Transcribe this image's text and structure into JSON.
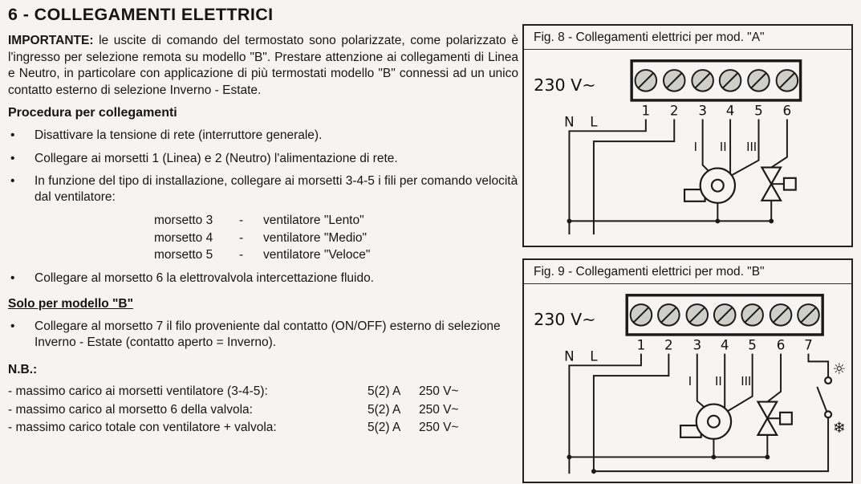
{
  "page": {
    "title": "6 - COLLEGAMENTI ELETTRICI",
    "background": "#f5f4f2",
    "ink": "#1a1a1a"
  },
  "ui": {
    "bullet": "•"
  },
  "intro": {
    "label": "IMPORTANTE:",
    "text": " le uscite di comando del termostato sono polarizzate, come polarizzato è l'ingresso per selezione remota su modello \"B\". Prestare attenzione ai collegamenti di Linea e Neutro, in particolare con applicazione di più termostati modello \"B\" connessi ad un unico contatto esterno di selezione Inverno - Estate."
  },
  "procedure": {
    "heading": "Procedura per collegamenti",
    "items": [
      {
        "text": "Disattivare la tensione di rete (interruttore generale)."
      },
      {
        "text": "Collegare ai morsetti 1 (Linea) e 2 (Neutro) l'alimentazione di rete."
      },
      {
        "text": "In funzione del tipo di installazione, collegare ai morsetti 3-4-5 i fili per comando velocità dal ventilatore:",
        "sub": [
          {
            "terminal": "morsetto 3",
            "dash": "-",
            "label": "ventilatore \"Lento\""
          },
          {
            "terminal": "morsetto 4",
            "dash": "-",
            "label": "ventilatore \"Medio\""
          },
          {
            "terminal": "morsetto 5",
            "dash": "-",
            "label": "ventilatore \"Veloce\""
          }
        ]
      },
      {
        "text": "Collegare al morsetto 6 la elettrovalvola intercettazione fluido."
      }
    ]
  },
  "model_b": {
    "heading": "Solo per modello \"B\"",
    "bullet": "Collegare al morsetto 7 il filo proveniente dal contatto (ON/OFF) esterno di selezione Inverno - Estate (contatto aperto = Inverno)."
  },
  "nb": {
    "heading": "N.B.:",
    "rows": [
      {
        "label": "- massimo carico ai morsetti ventilatore (3-4-5):",
        "current": "5(2) A",
        "voltage": "250 V~"
      },
      {
        "label": "- massimo carico al morsetto 6 della valvola:",
        "current": "5(2) A",
        "voltage": "250 V~"
      },
      {
        "label": "- massimo carico totale con ventilatore + valvola:",
        "current": "5(2) A",
        "voltage": "250 V~"
      }
    ]
  },
  "fig8": {
    "title": "Fig. 8 - Collegamenti elettrici per mod. \"A\"",
    "voltage": "230 V~",
    "neutral": "N",
    "line": "L",
    "terminals": [
      "1",
      "2",
      "3",
      "4",
      "5",
      "6"
    ],
    "speeds": [
      "I",
      "II",
      "III"
    ]
  },
  "fig9": {
    "title": "Fig. 9 - Collegamenti elettrici per mod. \"B\"",
    "voltage": "230 V~",
    "neutral": "N",
    "line": "L",
    "terminals": [
      "1",
      "2",
      "3",
      "4",
      "5",
      "6",
      "7"
    ],
    "speeds": [
      "I",
      "II",
      "III"
    ],
    "summer_symbol": "☼",
    "winter_symbol": "❄"
  }
}
